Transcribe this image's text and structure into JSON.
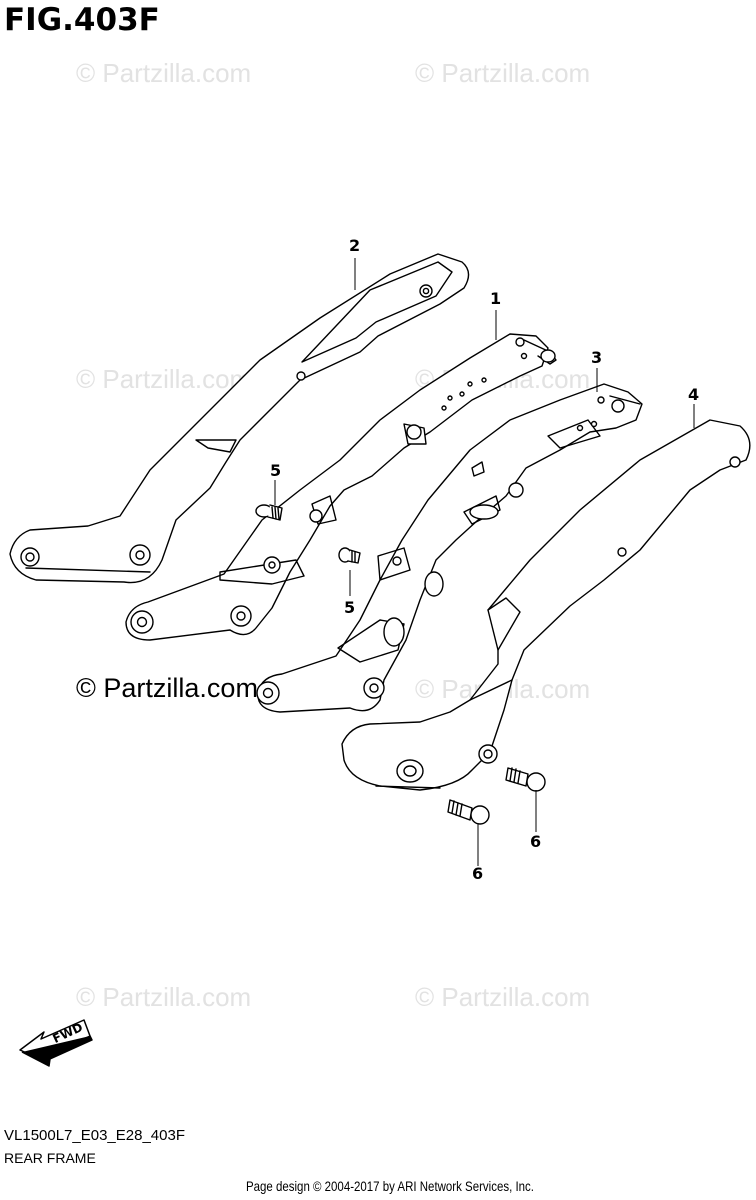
{
  "figure": {
    "title": "FIG.403F",
    "code": "VL1500L7_E03_E28_403F",
    "name": "REAR FRAME"
  },
  "watermarks": [
    "© Partzilla.com",
    "© Partzilla.com",
    "© Partzilla.com",
    "© Partzilla.com",
    "© Partzilla.com",
    "© Partzilla.com",
    "© Partzilla.com",
    "© Partzilla.com"
  ],
  "watermark_main": "© Partzilla.com",
  "callouts": {
    "c1": "1",
    "c2": "2",
    "c3": "3",
    "c4": "4",
    "c5a": "5",
    "c5b": "5",
    "c6a": "6",
    "c6b": "6"
  },
  "fwd_label": "FWD",
  "footer": "Page design © 2004-2017 by ARI Network Services, Inc."
}
